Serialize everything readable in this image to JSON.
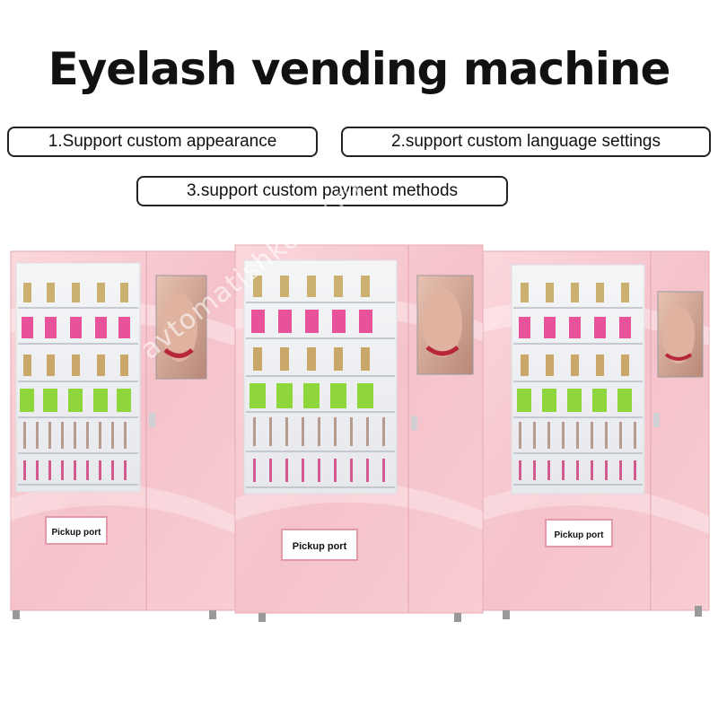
{
  "title": "Eyelash vending machine",
  "features": [
    "1.Support custom appearance",
    "2.support custom language settings",
    "3.support custom payment methods"
  ],
  "machines": {
    "pickup_label": "Pickup port",
    "count": 3
  },
  "watermark": "avtomatishkomy.ru",
  "colors": {
    "cabinet_pink": "#f5c4cb",
    "cabinet_pink_light": "#fadde1",
    "accent_pink": "#e8529a",
    "lime": "#8fd63c"
  }
}
